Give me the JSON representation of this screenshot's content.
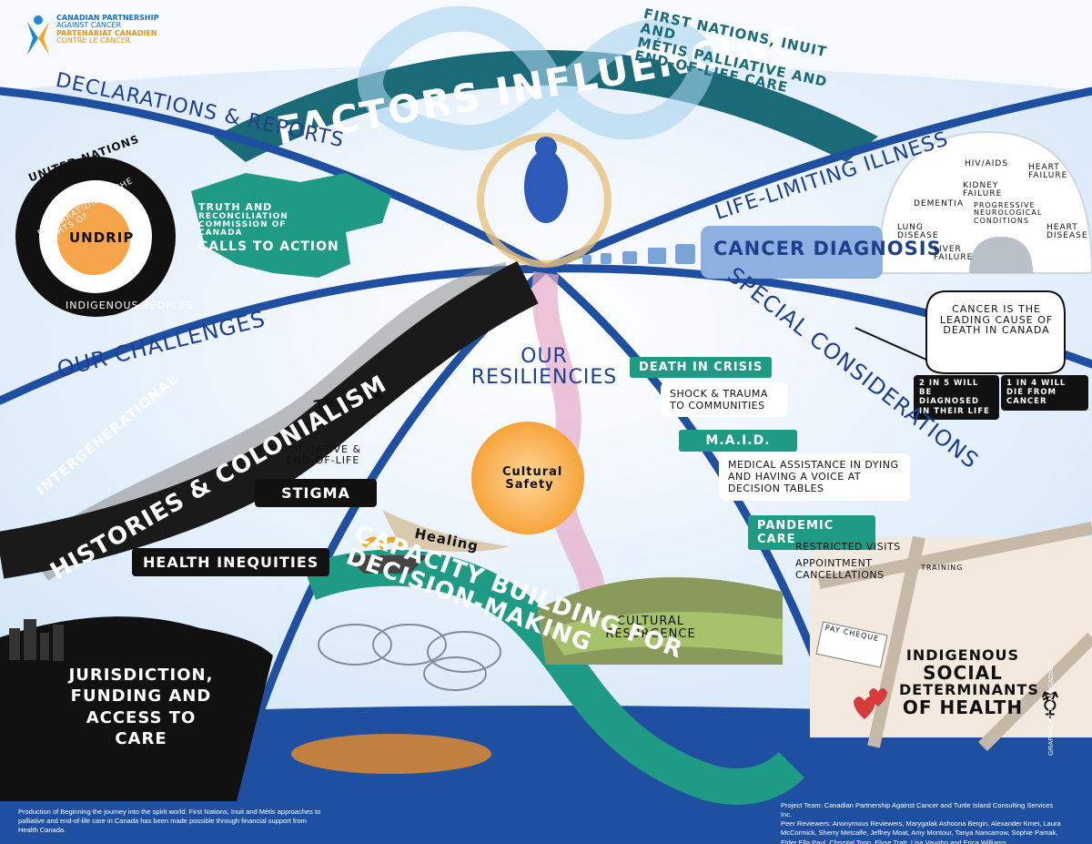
{
  "logo": {
    "line1": "Canadian Partnership",
    "line2": "Against Cancer",
    "line3": "Partenariat canadien",
    "line4": "contre le cancer"
  },
  "header": {
    "title": "Factors Influencing",
    "subtitle_1": "First Nations, Inuit and",
    "subtitle_2": "Métis Palliative and",
    "subtitle_3": "End-of-Life Care"
  },
  "declarations": {
    "heading": "Declarations & Reports",
    "undrip_top": "United Nations",
    "undrip_arc": "Declaration on the Rights of",
    "undrip_bottom": "Indigenous Peoples",
    "undrip_center": "UNDRIP",
    "trc_1": "Truth and",
    "trc_2": "Reconciliation",
    "trc_3": "Commission of",
    "trc_4": "Canada",
    "trc_5": "Calls to Action"
  },
  "illness": {
    "heading": "Life-Limiting Illness",
    "cancer_diagnosis": "Cancer Diagnosis",
    "igloo_items": [
      "HIV/AIDS",
      "Heart Failure",
      "Kidney Failure",
      "Dementia",
      "Progressive Neurological Conditions",
      "Heart Disease",
      "Lung Disease",
      "Liver Failure"
    ],
    "callout": "Cancer is the leading cause of death in Canada",
    "stat_1": "2 in 5 will be diagnosed in their life",
    "stat_2": "1 in 4 will die from cancer"
  },
  "challenges": {
    "heading": "Our Challenges",
    "intergenerational": "Intergenerational",
    "trauma": "Trauma",
    "histories": "Histories & Colonialism",
    "stigma_pre": "Palliative & End-of-Life",
    "stigma": "Stigma",
    "inequities": "Health Inequities",
    "jurisdiction": "Jurisdiction, Funding and Access to Care"
  },
  "resiliencies": {
    "heading": "Our Resiliencies",
    "cultural_safety": "Cultural Safety",
    "healing": "Healing",
    "cultural_resurgence": "Cultural Resurgence",
    "capacity_building": "Capacity Building for Decision-Making"
  },
  "special": {
    "heading": "Special Considerations",
    "death_crisis": "Death in Crisis",
    "death_crisis_detail": "Shock & trauma to communities",
    "maid": "M.A.I.D.",
    "maid_detail": "Medical assistance in dying and having a voice at decision tables",
    "pandemic": "Pandemic Care",
    "pandemic_1": "Restricted visits",
    "pandemic_2": "Appointment cancellations",
    "pay_cheque": "Pay Cheque",
    "training": "Training",
    "social_1": "Indigenous",
    "social_2": "Social",
    "social_3": "Determinants",
    "social_4": "of Health"
  },
  "footer": {
    "left": "Production of Beginning the journey into the spirit world: First Nations, Inuit and Métis approaches to palliative and end-of-life care in Canada has been made possible through financial support from Health Canada.",
    "right_1": "Project Team: Canadian Partnership Against Cancer and Turtle Island Consulting Services Inc.",
    "right_2": "Peer Reviewers: Anonymous Reviewers, Marygalak Ashoona Bergin, Alexander Kmet, Laura McCormick, Sherry Metcalfe, Jeffrey Moat, Amy Montour, Tanya Nancarrow, Sophie Pamak, Elder Ella Paul, Chrystal Toop, Elyse Tratt, Lisa Vaughn and Erica Williams",
    "credit": "Graphic by Tanya Gadsby"
  },
  "colors": {
    "navy": "#1f4fa0",
    "teal": "#1f9b85",
    "dark_teal": "#1b6a78",
    "black": "#111111"
  }
}
